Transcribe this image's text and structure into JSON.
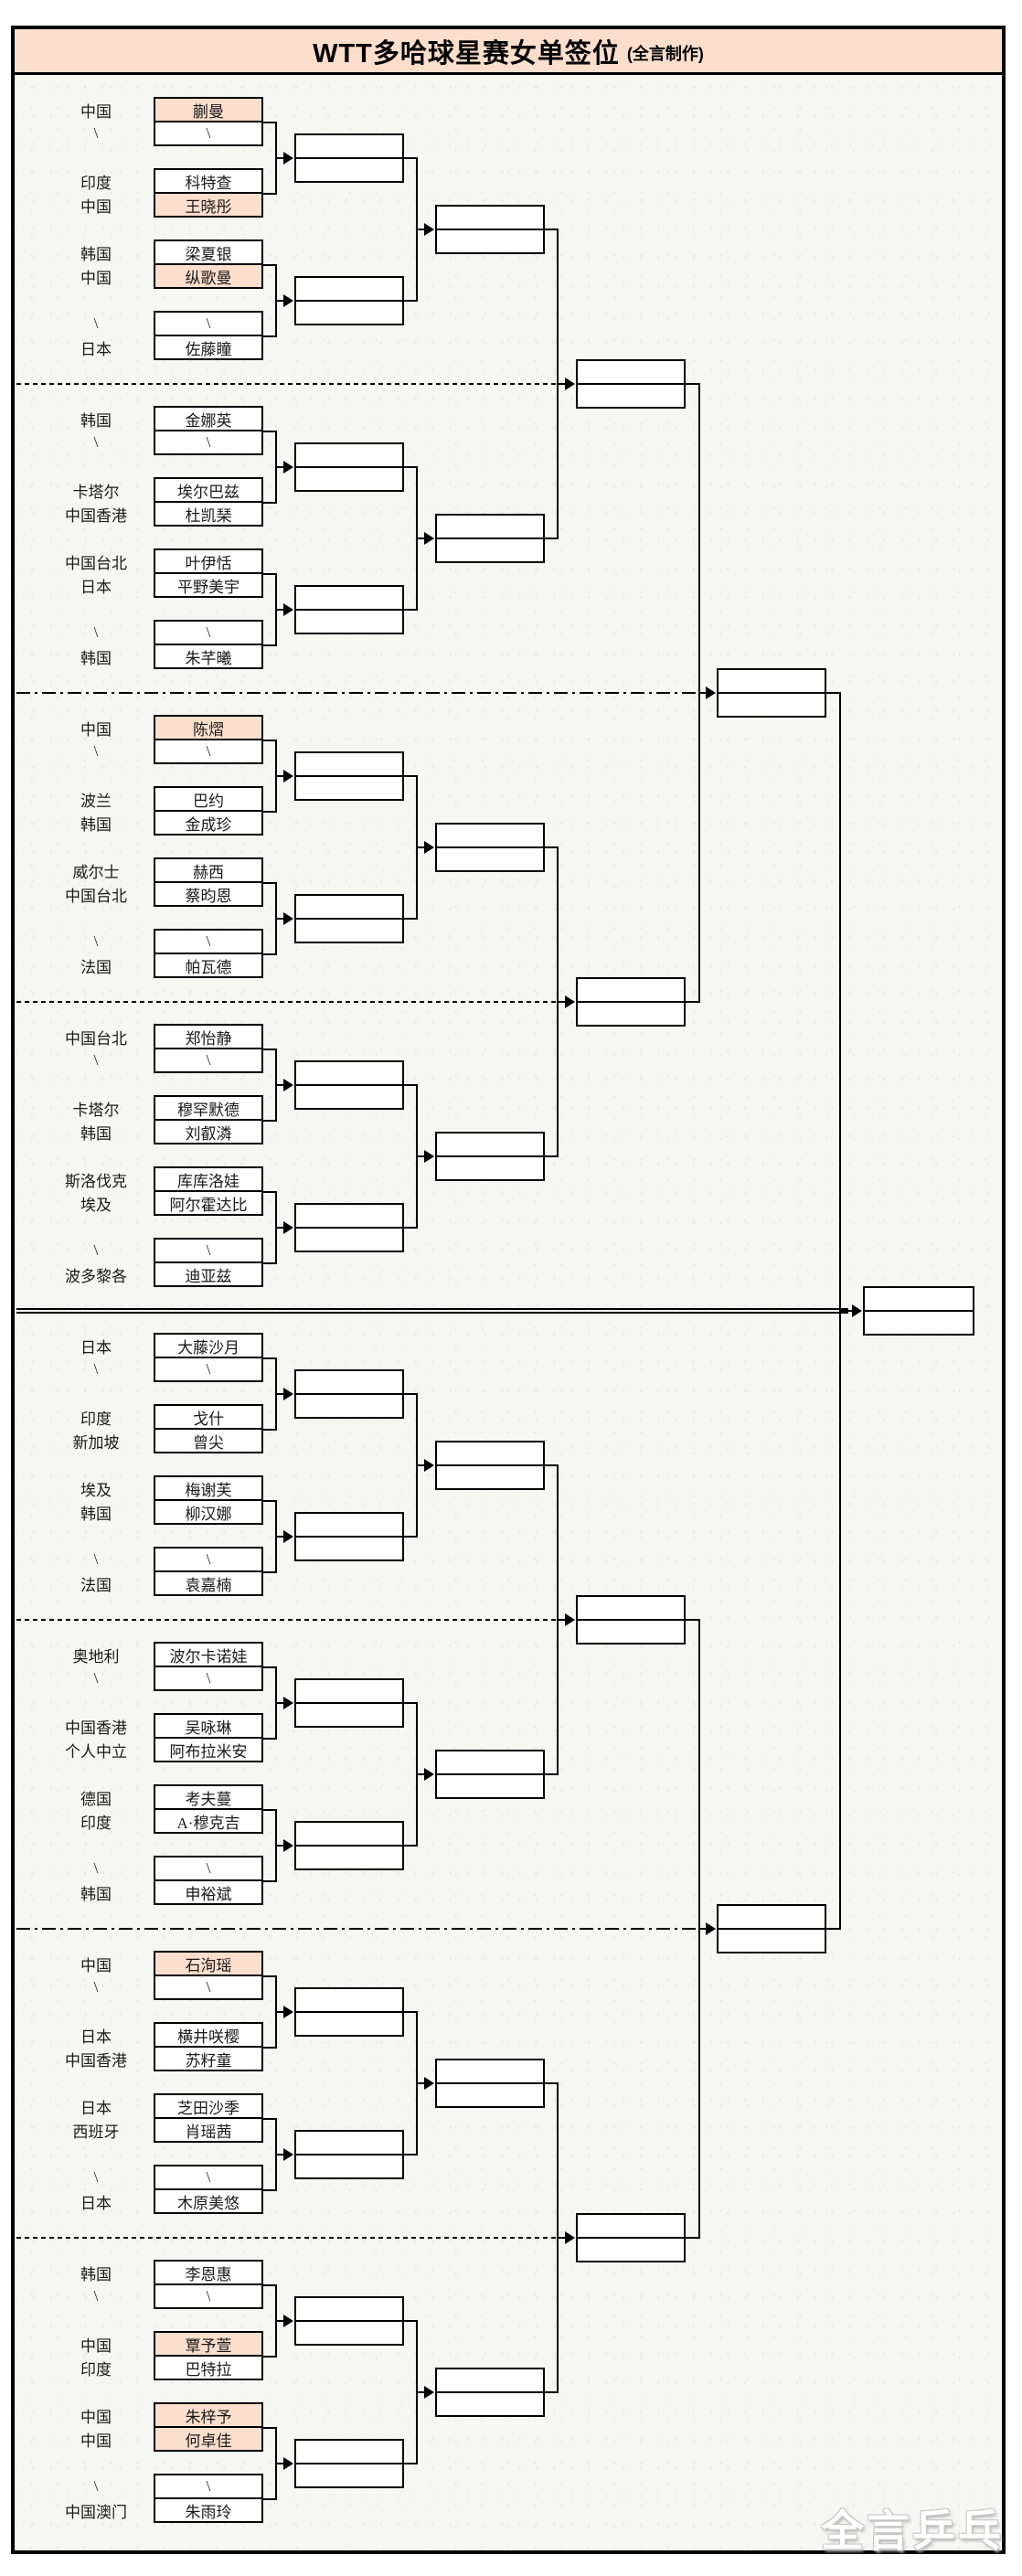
{
  "title": {
    "main": "WTT多哈球星赛女单签位",
    "credit": "(全言制作)"
  },
  "watermark": "全言乒乓",
  "colors": {
    "highlight": "#fbdecb",
    "title_bg": "#fbdecb",
    "line": "#000000",
    "panel_bg": "#f6f6f3"
  },
  "sections": [
    {
      "rows": [
        {
          "country": "中国",
          "name": "蒯曼",
          "hl": true
        },
        {
          "country": "\\",
          "name": "\\"
        },
        {
          "country": "印度",
          "name": "科特查"
        },
        {
          "country": "中国",
          "name": "王晓彤",
          "hl": true
        },
        {
          "country": "韩国",
          "name": "梁夏银"
        },
        {
          "country": "中国",
          "name": "纵歌曼",
          "hl": true
        },
        {
          "country": "\\",
          "name": "\\"
        },
        {
          "country": "日本",
          "name": "佐藤瞳"
        }
      ]
    },
    {
      "rows": [
        {
          "country": "韩国",
          "name": "金娜英"
        },
        {
          "country": "\\",
          "name": "\\"
        },
        {
          "country": "卡塔尔",
          "name": "埃尔巴兹"
        },
        {
          "country": "中国香港",
          "name": "杜凯琹"
        },
        {
          "country": "中国台北",
          "name": "叶伊恬"
        },
        {
          "country": "日本",
          "name": "平野美宇"
        },
        {
          "country": "\\",
          "name": "\\"
        },
        {
          "country": "韩国",
          "name": "朱芊曦"
        }
      ]
    },
    {
      "rows": [
        {
          "country": "中国",
          "name": "陈熠",
          "hl": true
        },
        {
          "country": "\\",
          "name": "\\"
        },
        {
          "country": "波兰",
          "name": "巴约"
        },
        {
          "country": "韩国",
          "name": "金成珍"
        },
        {
          "country": "威尔士",
          "name": "赫西"
        },
        {
          "country": "中国台北",
          "name": "蔡昀恩"
        },
        {
          "country": "\\",
          "name": "\\"
        },
        {
          "country": "法国",
          "name": "帕瓦德"
        }
      ]
    },
    {
      "rows": [
        {
          "country": "中国台北",
          "name": "郑怡静"
        },
        {
          "country": "\\",
          "name": "\\"
        },
        {
          "country": "卡塔尔",
          "name": "穆罕默德"
        },
        {
          "country": "韩国",
          "name": "刘叡潾"
        },
        {
          "country": "斯洛伐克",
          "name": "库库洛娃"
        },
        {
          "country": "埃及",
          "name": "阿尔霍达比"
        },
        {
          "country": "\\",
          "name": "\\"
        },
        {
          "country": "波多黎各",
          "name": "迪亚兹"
        }
      ]
    },
    {
      "rows": [
        {
          "country": "日本",
          "name": "大藤沙月"
        },
        {
          "country": "\\",
          "name": "\\"
        },
        {
          "country": "印度",
          "name": "戈什"
        },
        {
          "country": "新加坡",
          "name": "曾尖"
        },
        {
          "country": "埃及",
          "name": "梅谢芙"
        },
        {
          "country": "韩国",
          "name": "柳汉娜"
        },
        {
          "country": "\\",
          "name": "\\"
        },
        {
          "country": "法国",
          "name": "袁嘉楠"
        }
      ]
    },
    {
      "rows": [
        {
          "country": "奥地利",
          "name": "波尔卡诺娃"
        },
        {
          "country": "\\",
          "name": "\\"
        },
        {
          "country": "中国香港",
          "name": "吴咏琳"
        },
        {
          "country": "个人中立",
          "name": "阿布拉米安"
        },
        {
          "country": "德国",
          "name": "考夫蔓"
        },
        {
          "country": "印度",
          "name": "A·穆克吉"
        },
        {
          "country": "\\",
          "name": "\\"
        },
        {
          "country": "韩国",
          "name": "申裕斌"
        }
      ]
    },
    {
      "rows": [
        {
          "country": "中国",
          "name": "石洵瑶",
          "hl": true
        },
        {
          "country": "\\",
          "name": "\\"
        },
        {
          "country": "日本",
          "name": "横井咲樱"
        },
        {
          "country": "中国香港",
          "name": "苏籽童"
        },
        {
          "country": "日本",
          "name": "芝田沙季"
        },
        {
          "country": "西班牙",
          "name": "肖瑶茜"
        },
        {
          "country": "\\",
          "name": "\\"
        },
        {
          "country": "日本",
          "name": "木原美悠"
        }
      ]
    },
    {
      "rows": [
        {
          "country": "韩国",
          "name": "李恩惠"
        },
        {
          "country": "\\",
          "name": "\\"
        },
        {
          "country": "中国",
          "name": "覃予萱",
          "hl": true
        },
        {
          "country": "印度",
          "name": "巴特拉"
        },
        {
          "country": "中国",
          "name": "朱梓予",
          "hl": true
        },
        {
          "country": "中国",
          "name": "何卓佳",
          "hl": true
        },
        {
          "country": "\\",
          "name": "\\"
        },
        {
          "country": "中国澳门",
          "name": "朱雨玲"
        }
      ]
    }
  ]
}
